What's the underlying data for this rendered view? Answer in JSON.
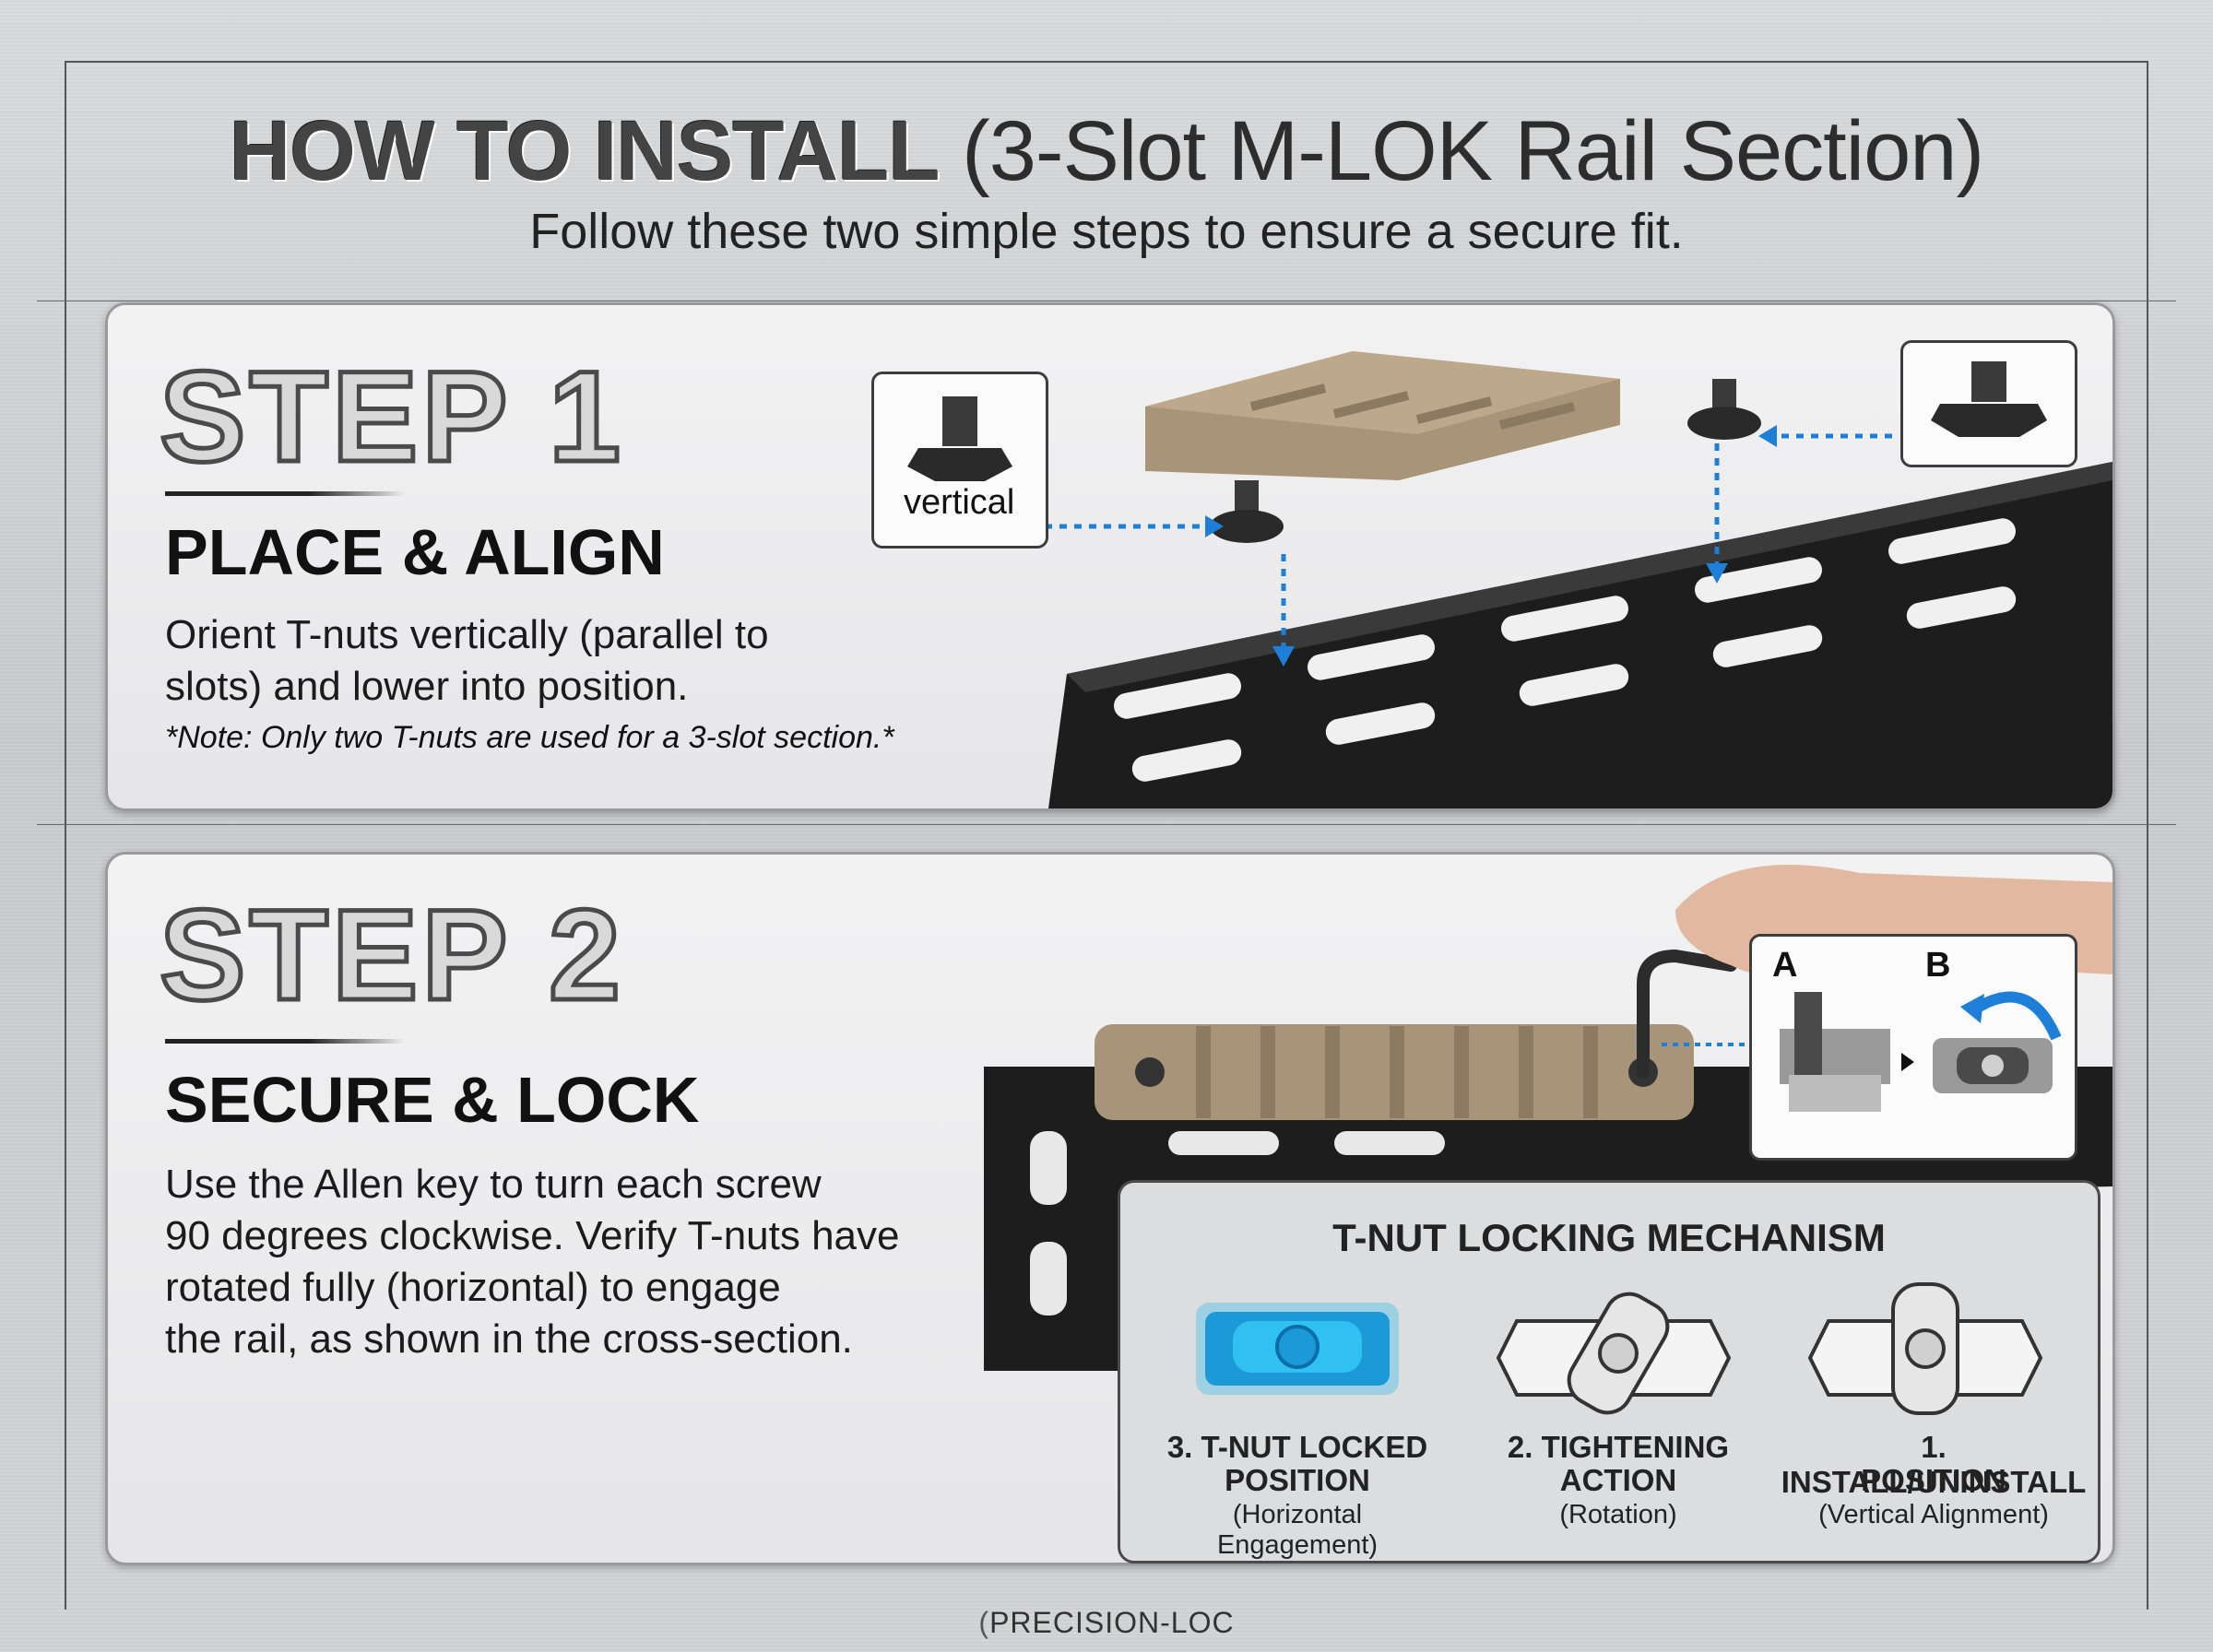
{
  "title": {
    "bold": "HOW TO INSTALL",
    "rest": "(3-Slot M-LOK Rail Section)"
  },
  "subtitle": "Follow these two simple steps to ensure a secure fit.",
  "step1": {
    "word": "STEP 1",
    "heading": "PLACE & ALIGN",
    "body_line1": "Orient T-nuts vertically (parallel to",
    "body_line2": "slots) and lower into position.",
    "note": "*Note: Only two T-nuts are used for a 3-slot section.*",
    "callout_label": "vertical"
  },
  "step2": {
    "word": "STEP 2",
    "heading": "SECURE & LOCK",
    "body_line1": "Use the Allen key to turn each screw",
    "body_line2": "90 degrees clockwise. Verify T-nuts have",
    "body_line3": "rotated fully (horizontal) to engage",
    "body_line4": "the rail, as shown in the cross-section.",
    "inset_label_a": "A",
    "inset_label_b": "B"
  },
  "mechanism": {
    "title": "T-NUT LOCKING MECHANISM",
    "positions": [
      {
        "label_line1": "3. T-NUT LOCKED",
        "label_line2": "POSITION",
        "sub": "(Horizontal Engagement)"
      },
      {
        "label_line1": "2. TIGHTENING",
        "label_line2": "ACTION",
        "sub": "(Rotation)"
      },
      {
        "label_line1": "1. INSTALL/UNINSTALL",
        "label_line2": "POSITION",
        "sub": "(Vertical Alignment)"
      }
    ]
  },
  "colors": {
    "accent_blue": "#1e7fd8",
    "highlight_cyan": "#2bb8ee",
    "rail_tan": "#a89478",
    "rail_black": "#1b1b1b"
  },
  "footer": "PRECISION-LOC"
}
